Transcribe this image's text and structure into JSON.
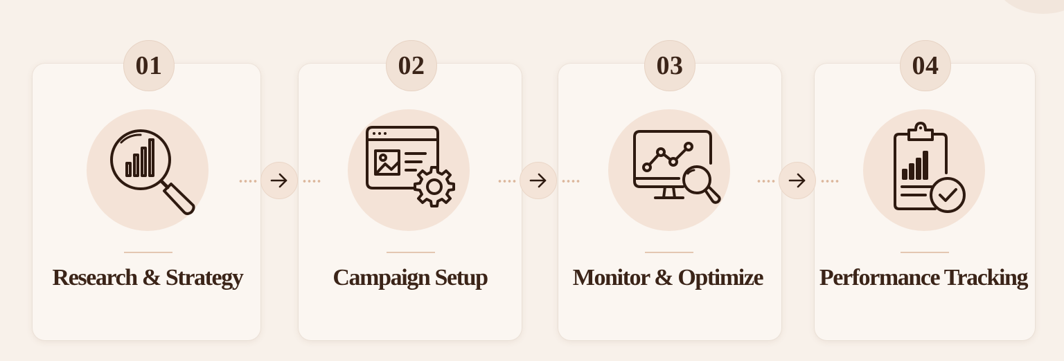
{
  "steps": [
    {
      "number": "01",
      "title": "Research & Strategy",
      "icon": "magnifier-bar-chart-icon"
    },
    {
      "number": "02",
      "title": "Campaign Setup",
      "icon": "browser-window-gear-icon"
    },
    {
      "number": "03",
      "title": "Monitor & Optimize",
      "icon": "monitor-line-chart-magnifier-icon"
    },
    {
      "number": "04",
      "title": "Performance Tracking",
      "icon": "clipboard-chart-checkmark-icon"
    }
  ],
  "connectors": [
    {
      "icon": "arrow-right-icon"
    },
    {
      "icon": "arrow-right-icon"
    },
    {
      "icon": "arrow-right-icon"
    }
  ],
  "colors": {
    "background": "#f8f1ea",
    "card": "#fbf6f1",
    "accent_circle": "#f4e3d7",
    "ink": "#3b2418",
    "divider": "#e3c7b1"
  }
}
